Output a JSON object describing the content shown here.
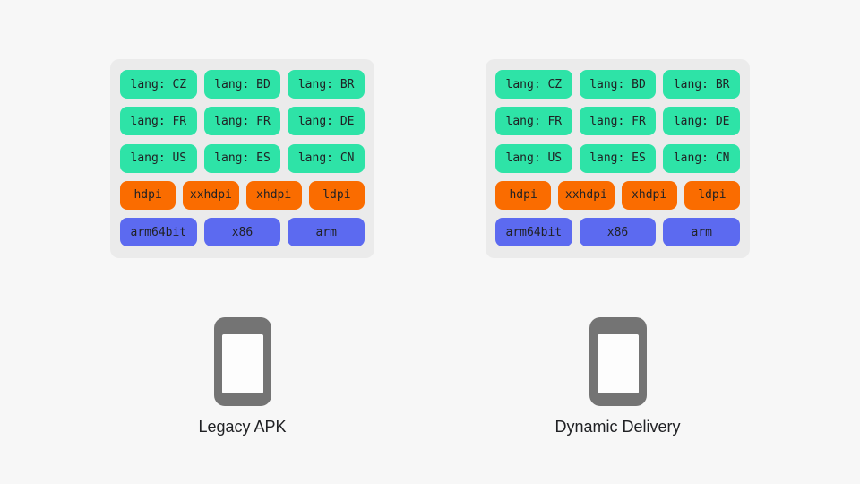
{
  "colors": {
    "page_bg": "#f7f7f7",
    "panel_bg": "#ebebeb",
    "lang_chip": "#2ee3a7",
    "density_chip": "#fa6c00",
    "abi_chip": "#5c6af0",
    "phone": "#747474",
    "phone_screen": "#fdfdfd",
    "chip_text": "#202124",
    "caption_text": "#202124"
  },
  "panels": [
    {
      "caption": "Legacy APK",
      "rows": [
        {
          "type": "lang",
          "chips": [
            "lang: CZ",
            "lang: BD",
            "lang: BR"
          ]
        },
        {
          "type": "lang",
          "chips": [
            "lang: FR",
            "lang: FR",
            "lang: DE"
          ]
        },
        {
          "type": "lang",
          "chips": [
            "lang: US",
            "lang: ES",
            "lang: CN"
          ]
        },
        {
          "type": "density",
          "chips": [
            "hdpi",
            "xxhdpi",
            "xhdpi",
            "ldpi"
          ]
        },
        {
          "type": "abi",
          "chips": [
            "arm64bit",
            "x86",
            "arm"
          ]
        }
      ]
    },
    {
      "caption": "Dynamic Delivery",
      "rows": [
        {
          "type": "lang",
          "chips": [
            "lang: CZ",
            "lang: BD",
            "lang: BR"
          ]
        },
        {
          "type": "lang",
          "chips": [
            "lang: FR",
            "lang: FR",
            "lang: DE"
          ]
        },
        {
          "type": "lang",
          "chips": [
            "lang: US",
            "lang: ES",
            "lang: CN"
          ]
        },
        {
          "type": "density",
          "chips": [
            "hdpi",
            "xxhdpi",
            "xhdpi",
            "ldpi"
          ]
        },
        {
          "type": "abi",
          "chips": [
            "arm64bit",
            "x86",
            "arm"
          ]
        }
      ]
    }
  ]
}
